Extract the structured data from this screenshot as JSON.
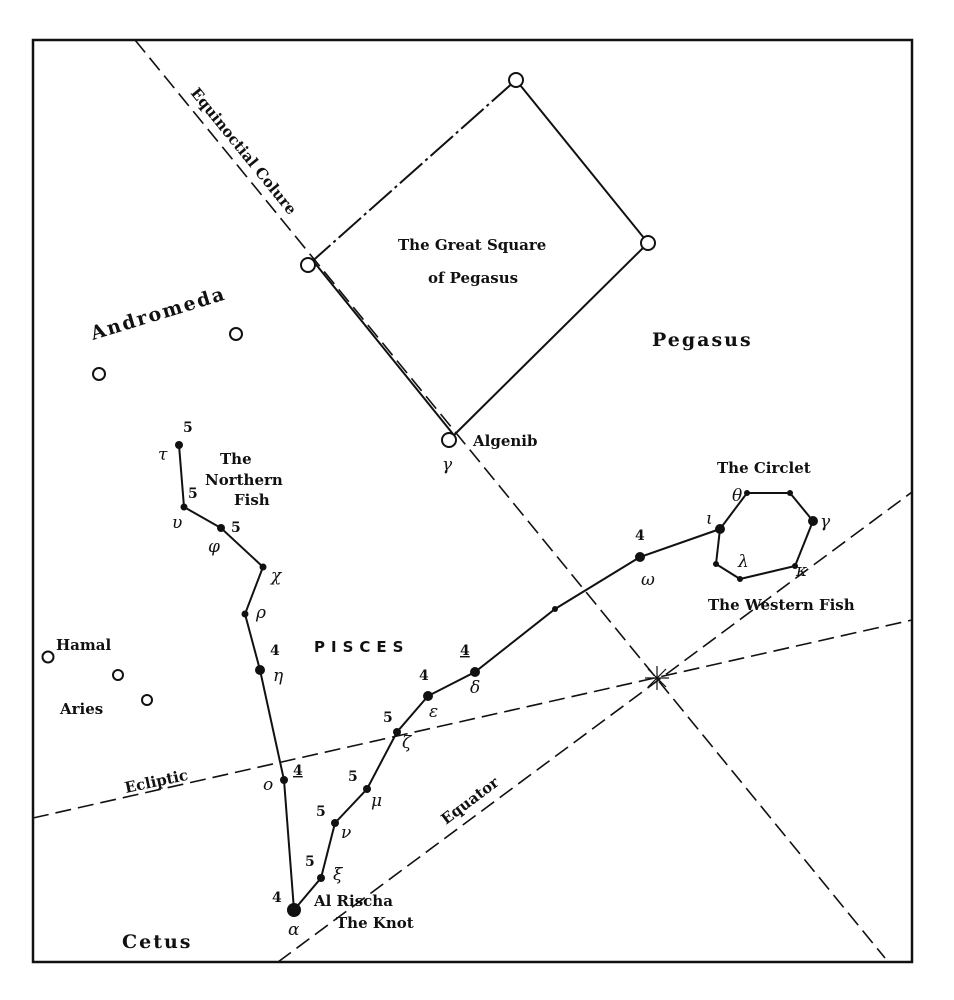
{
  "labels": {
    "equinoctial_colure": "Equinoctial Colure",
    "great_square_1": "The Great Square",
    "great_square_2": "of Pegasus",
    "pegasus": "Pegasus",
    "andromeda": "Andromeda",
    "algenib": "Algenib",
    "northern_fish_1": "The",
    "northern_fish_2": "Northern",
    "northern_fish_3": "Fish",
    "circlet": "The Circlet",
    "western_fish": "The Western Fish",
    "hamal": "Hamal",
    "aries": "Aries",
    "pisces": "PISCES",
    "ecliptic": "Ecliptic",
    "equator": "Equator",
    "al_rischa": "Al Rischa",
    "the_knot": "The Knot",
    "cetus": "Cetus"
  },
  "greek": {
    "gamma_peg": "γ",
    "tau": "τ",
    "upsilon": "υ",
    "phi": "φ",
    "chi": "χ",
    "rho": "ρ",
    "eta": "η",
    "omicron": "o",
    "alpha": "α",
    "xi": "ξ",
    "nu": "ν",
    "mu": "μ",
    "zeta": "ζ",
    "epsilon": "ε",
    "delta": "δ",
    "omega": "ω",
    "iota": "ι",
    "theta": "θ",
    "gamma_psc": "γ",
    "lambda": "λ",
    "kappa": "κ"
  },
  "magnitudes": {
    "tau": "5",
    "upsilon": "5",
    "phi": "5",
    "eta": "4",
    "omicron": "4",
    "alpha": "4",
    "xi": "5",
    "nu": "5",
    "mu": "5",
    "zeta": "5",
    "epsilon": "4",
    "delta": "4",
    "omega": "4"
  }
}
